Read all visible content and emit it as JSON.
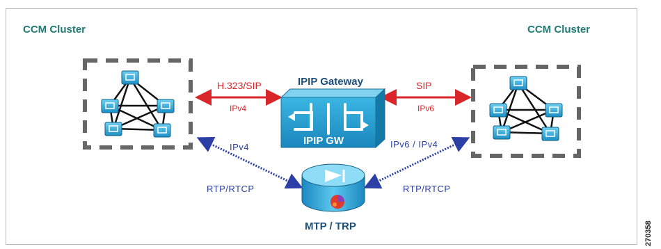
{
  "clusters": {
    "left_title": "CCM Cluster",
    "right_title": "CCM Cluster"
  },
  "gateway": {
    "title": "IPIP Gateway",
    "box_label": "IPIP GW"
  },
  "links": {
    "left_signal_protocol": "H.323/SIP",
    "left_signal_ip": "IPv4",
    "right_signal_protocol": "SIP",
    "right_signal_ip": "IPv6",
    "left_media_ip": "IPv4",
    "right_media_ip": "IPv6 / IPv4",
    "left_media_protocol": "RTP/RTCP",
    "right_media_protocol": "RTP/RTCP"
  },
  "mtp": {
    "label": "MTP / TRP"
  },
  "figure_id": "270358",
  "colors": {
    "signal_red": "#d9262a",
    "media_blue": "#2b3fa6",
    "device_cyan": "#2aa7d6",
    "cluster_title": "#1f7a74"
  }
}
